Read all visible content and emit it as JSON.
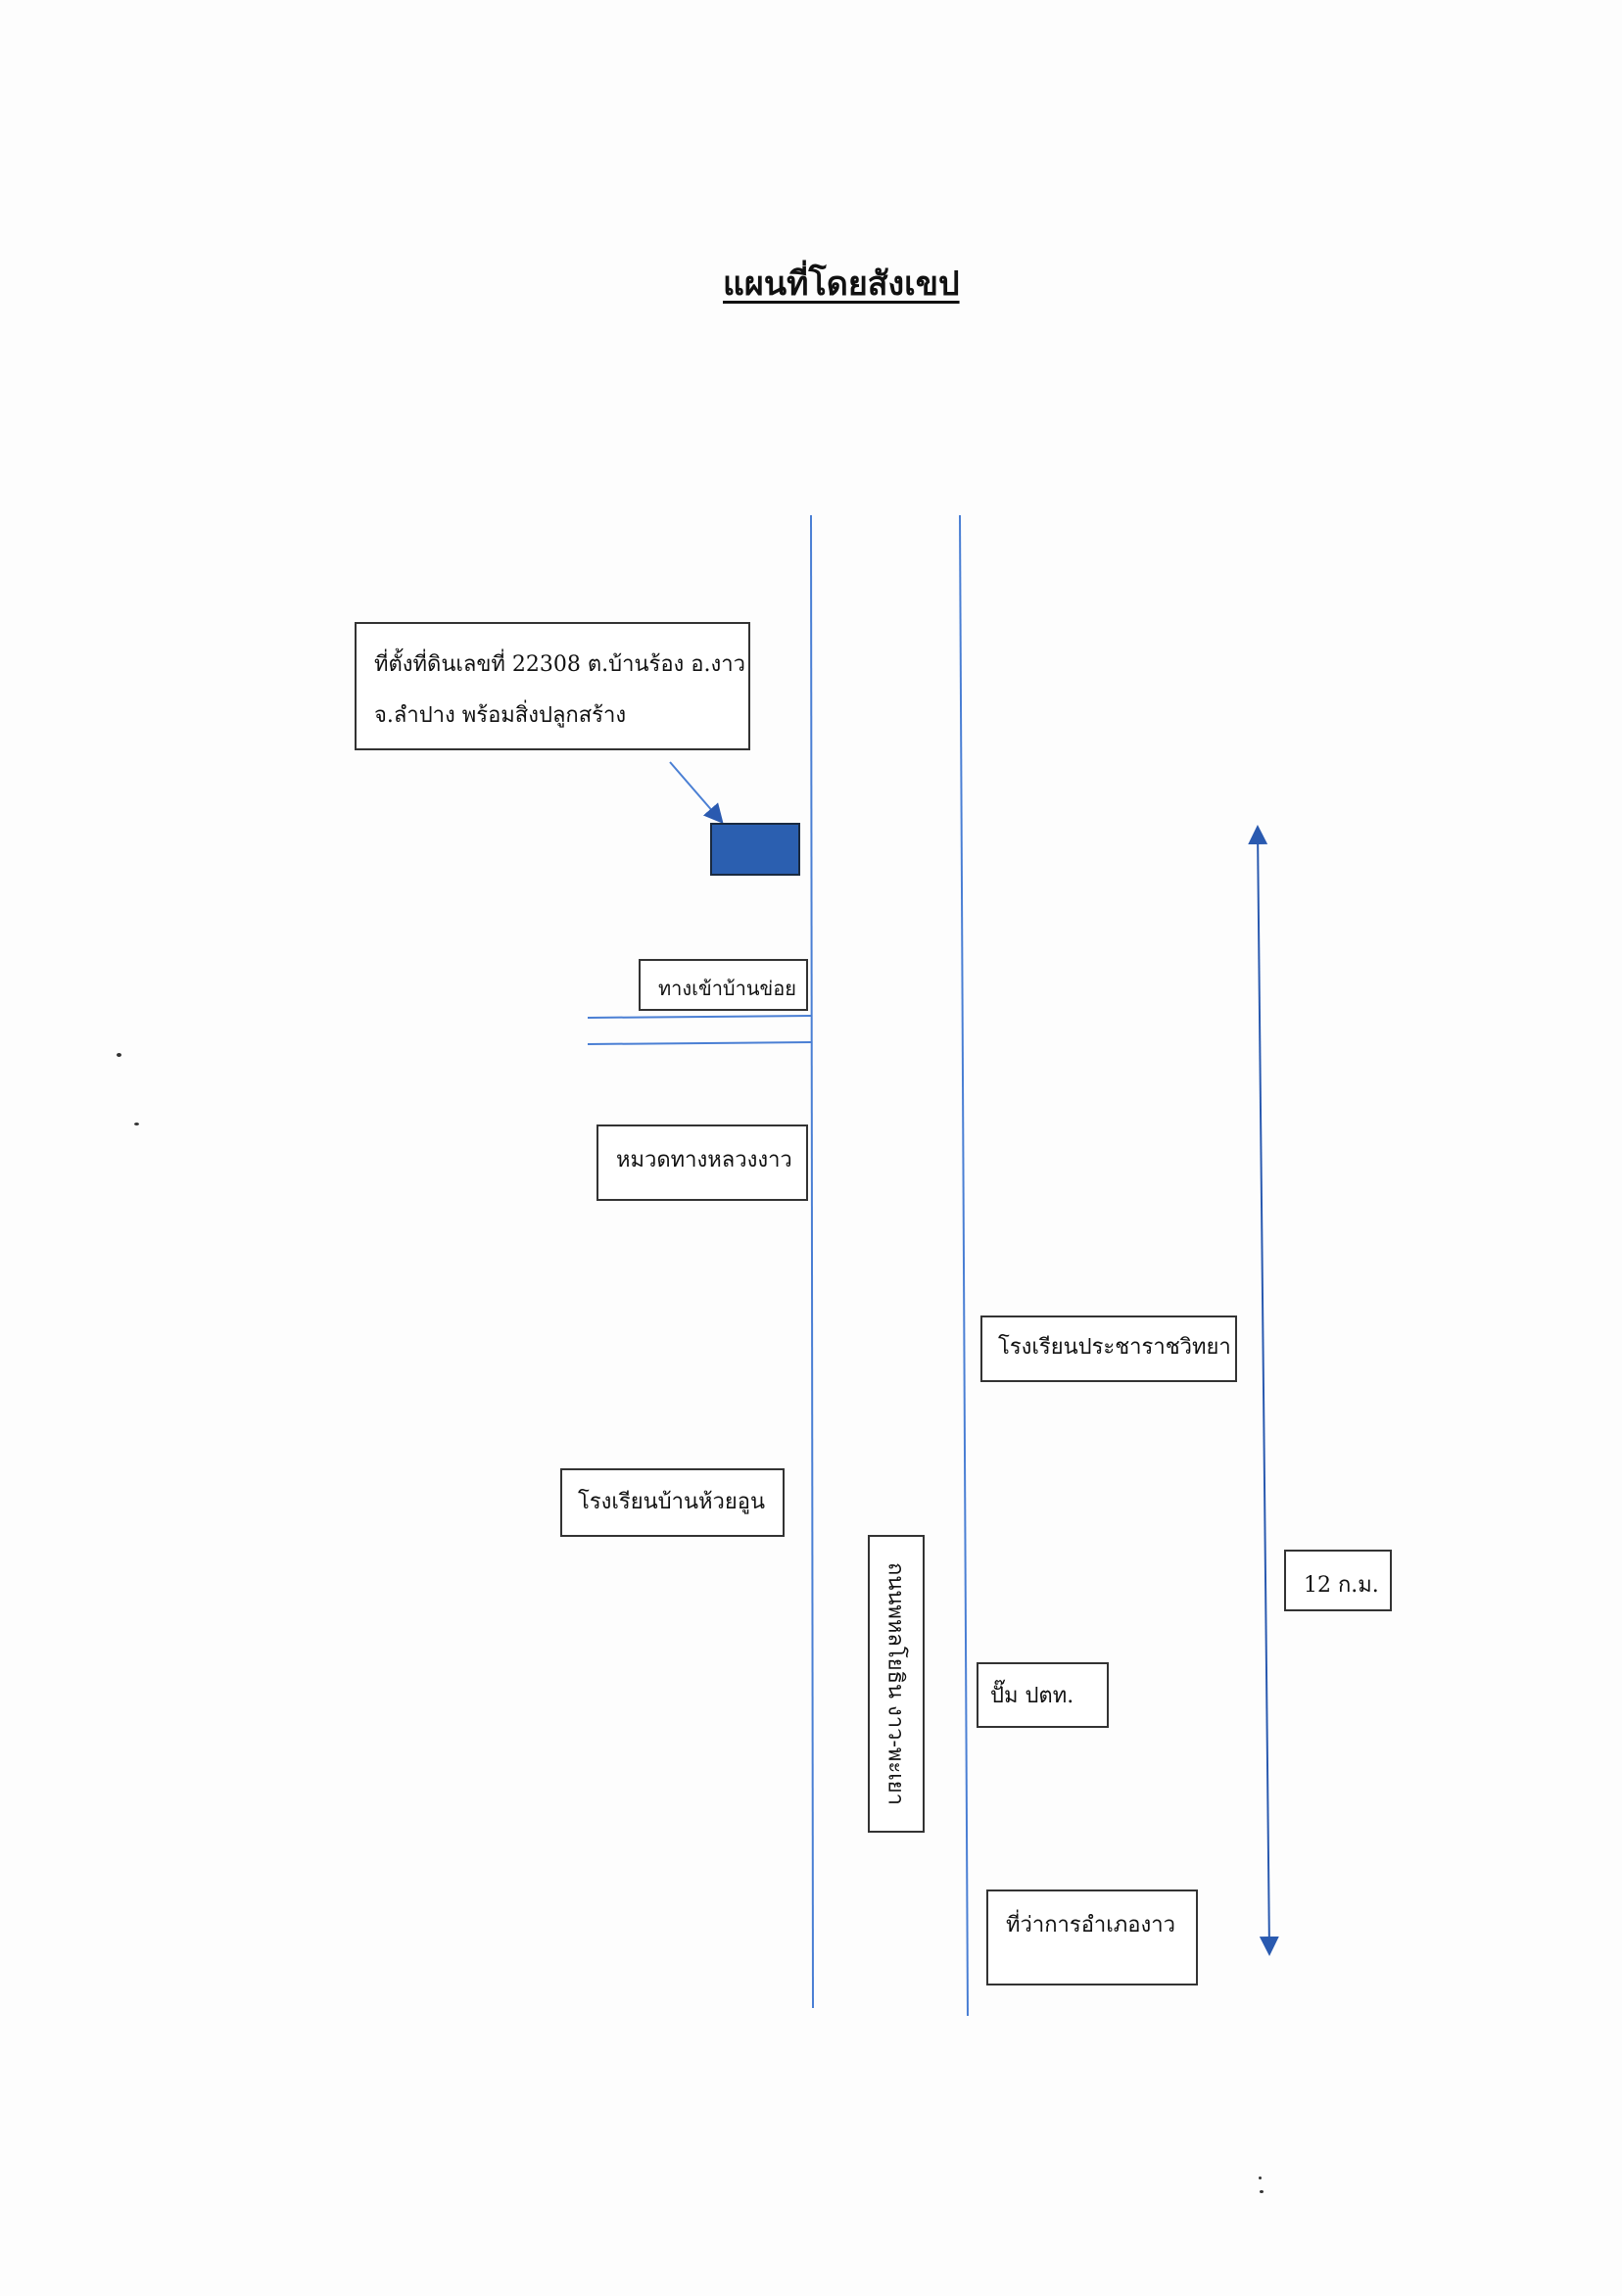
{
  "map": {
    "title": "แผนที่โดยสังเขป",
    "colors": {
      "road_line": "#4a7fd4",
      "land_plot": "#2b5fb0",
      "land_plot_border": "#1a2a40",
      "distance_arrow": "#2a5ab0",
      "label_border": "#333333"
    },
    "labels": {
      "land_location_line1": "ที่ตั้งที่ดินเลขที่ 22308 ต.บ้านร้อง อ.งาว",
      "land_location_line2": "จ.ลำปาง พร้อมสิ่งปลูกสร้าง",
      "side_road_entrance": "ทางเข้าบ้านข่อย",
      "highway_unit": "หมวดทางหลวงงาว",
      "school_prachacharat": "โรงเรียนประชาราชวิทยา",
      "school_ban_huai_un": "โรงเรียนบ้านห้วยอูน",
      "distance": "12 ก.ม.",
      "main_road": "ถนนพหลโยธิน งาว-พะเยา",
      "gas_station": "ปั๊ม ปตท.",
      "district_office": "ที่ว่าการอำเภองาว"
    },
    "icons": [
      "land-plot-marker",
      "pointer-arrow-icon",
      "double-arrow-icon"
    ]
  }
}
